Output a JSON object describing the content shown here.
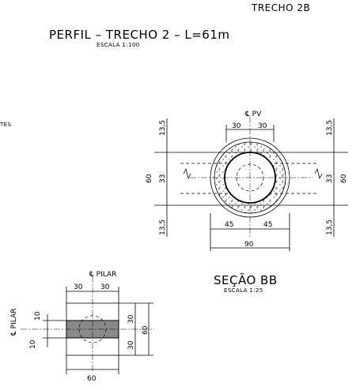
{
  "header": {
    "trecho": "TRECHO 2B",
    "perfil_title": "PERFIL – TRECHO 2 – L=61m",
    "perfil_scale": "ESCALA 1:100",
    "cropped_label": "TES"
  },
  "section_bb": {
    "title": "SEÇÃO BB",
    "scale": "ESCALA 1:25",
    "pv_label": "℄ PV",
    "dims": {
      "top_left": "30",
      "top_right": "30",
      "left_upper": "13,5",
      "left_total": "60",
      "left_mid": "33",
      "left_lower": "13,5",
      "right_upper": "13,5",
      "right_mid": "33",
      "right_total": "60",
      "right_lower": "13,5",
      "bottom_left": "45",
      "bottom_right": "45",
      "bottom_total": "90"
    }
  },
  "pilar_detail": {
    "label_top": "℄ PILAR",
    "label_side": "℄ PILAR",
    "dims": {
      "top_left": "30",
      "top_right": "30",
      "left_upper": "10",
      "left_lower": "10",
      "right_upper": "30",
      "right_lower": "30",
      "right_total": "60",
      "bottom_total": "60"
    }
  }
}
